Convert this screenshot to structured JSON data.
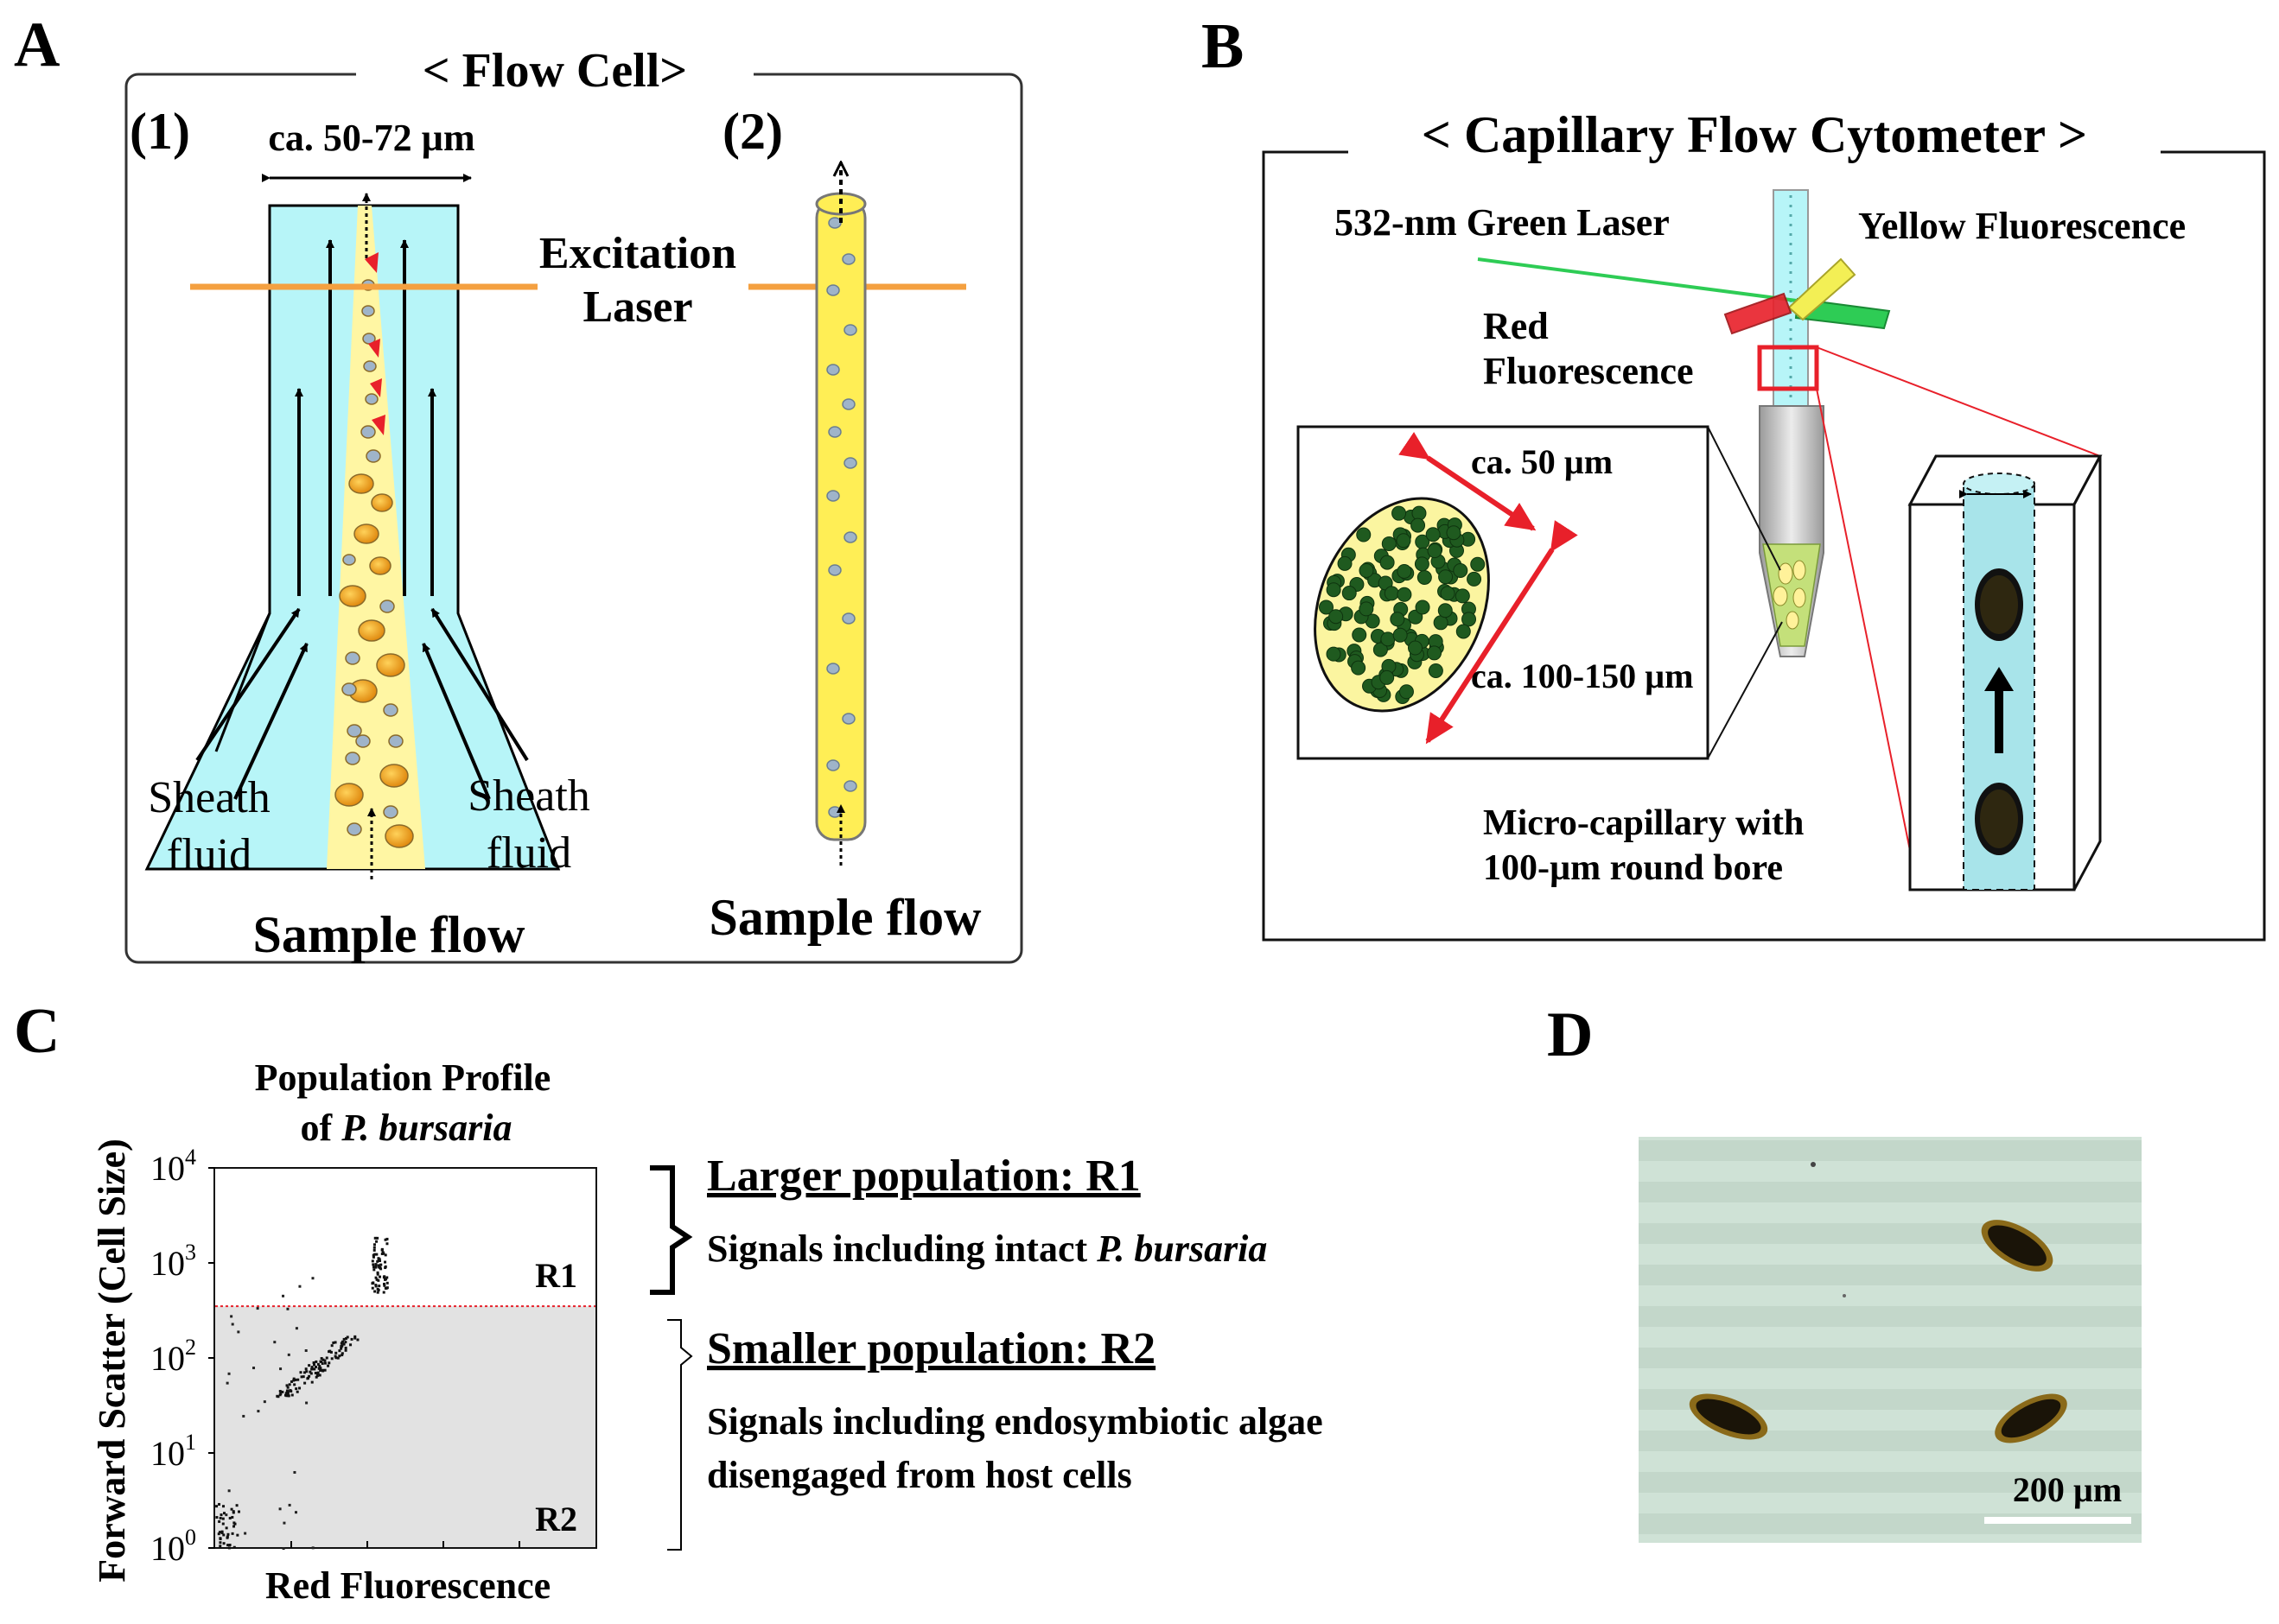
{
  "panel_labels": {
    "a": "A",
    "b": "B",
    "c": "C",
    "d": "D"
  },
  "panel_a": {
    "title": "< Flow Cell>",
    "sub1": "(1)",
    "sub2": "(2)",
    "width_label": "ca. 50-72 µm",
    "laser_line1": "Excitation",
    "laser_line2": "Laser",
    "sheath_left_1": "Sheath",
    "sheath_left_2": "fluid",
    "sheath_right_1": "Sheath",
    "sheath_right_2": "fluid",
    "sample_flow_1": "Sample flow",
    "sample_flow_2": "Sample flow"
  },
  "panel_b": {
    "title": "< Capillary Flow Cytometer >",
    "green_laser": "532-nm Green Laser",
    "yellow_fluor": "Yellow Fluorescence",
    "red_fluor_1": "Red",
    "red_fluor_2": "Fluorescence",
    "dim_50": "ca. 50 µm",
    "dim_100_150": "ca. 100-150 µm",
    "capillary_1": "Micro-capillary with",
    "capillary_2": "100-µm round bore"
  },
  "panel_c": {
    "title_1": "Population Profile",
    "title_2_prefix": "of ",
    "title_2_species": "P. bursaria",
    "ylabel": "Forward Scatter (Cell Size)",
    "xlabel": "Red Fluorescence",
    "yticks": [
      "10",
      "10",
      "10",
      "10",
      "10"
    ],
    "ytick_exponents": [
      "0",
      "1",
      "2",
      "3",
      "4"
    ],
    "region_r1": "R1",
    "region_r2": "R2",
    "large_heading": "Larger population:  R1",
    "large_desc_prefix": "Signals including  intact ",
    "large_desc_species": "P. bursaria",
    "small_heading": "Smaller population:  R2",
    "small_desc_1": "Signals including  endosymbiotic algae",
    "small_desc_2": "disengaged from host cells"
  },
  "panel_d": {
    "scale_label": "200 µm"
  },
  "colors": {
    "sheath_cyan": "#b7f5f8",
    "sample_yellow": "#fff6a3",
    "laser_orange": "#f4a040",
    "green_laser": "#2ecc55",
    "red_highlight": "#e8202a",
    "r2_gray": "#e2e2e2",
    "micrograph_bg": "#c9ddd0",
    "algae_green": "#1f5a1f"
  },
  "chart_data": {
    "type": "scatter",
    "title": "Population Profile of P. bursaria",
    "xlabel": "Red Fluorescence",
    "ylabel": "Forward Scatter (Cell Size)",
    "y_scale": "log",
    "ylim": [
      1,
      10000
    ],
    "y_ticks": [
      1,
      10,
      100,
      1000,
      10000
    ],
    "gate_threshold_fsc": 350,
    "regions": [
      {
        "name": "R1",
        "range_fsc": [
          350,
          10000
        ]
      },
      {
        "name": "R2",
        "range_fsc": [
          1,
          350
        ]
      }
    ],
    "clusters": [
      {
        "region": "R1",
        "red_fluorescence": "high",
        "fsc": [
          500,
          2000
        ]
      },
      {
        "region": "R2",
        "red_fluorescence": "medium",
        "fsc": [
          40,
          180
        ]
      },
      {
        "region": "R2",
        "red_fluorescence": "low",
        "fsc": [
          1,
          3
        ]
      }
    ]
  }
}
